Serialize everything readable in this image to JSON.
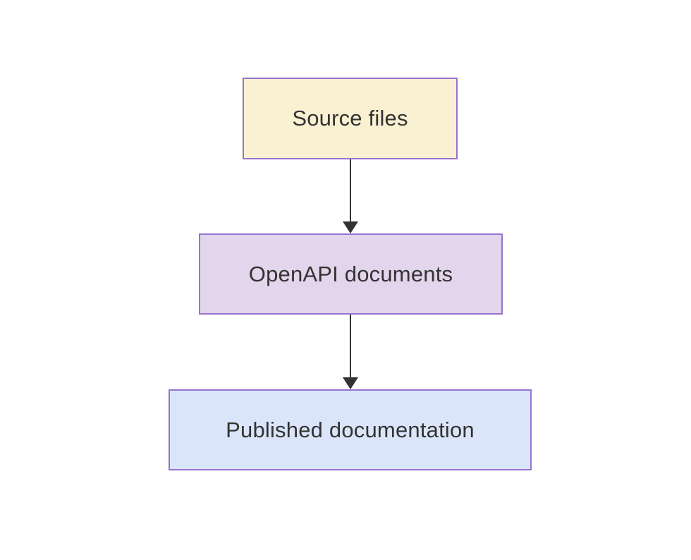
{
  "diagram": {
    "type": "flowchart",
    "direction": "top-down",
    "nodes": [
      {
        "id": "A",
        "label": "Source files",
        "fill": "#faf0d2",
        "border": "#9673d1"
      },
      {
        "id": "B",
        "label": "OpenAPI documents",
        "fill": "#e2d5ec",
        "border": "#9673d1"
      },
      {
        "id": "C",
        "label": "Published documentation",
        "fill": "#dbe5fa",
        "border": "#9673d1"
      }
    ],
    "edges": [
      {
        "from": "A",
        "to": "B",
        "style": "arrow-down"
      },
      {
        "from": "B",
        "to": "C",
        "style": "arrow-down"
      }
    ],
    "colors": {
      "background": "#ffffff",
      "text": "#333333",
      "arrow": "#333333"
    }
  }
}
